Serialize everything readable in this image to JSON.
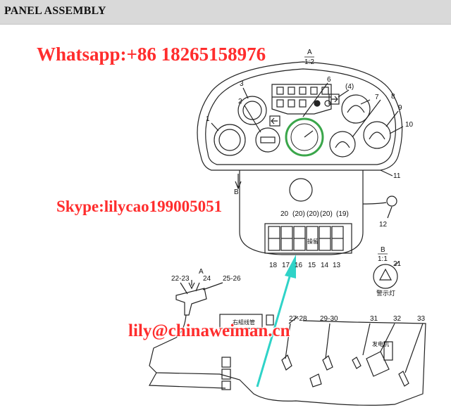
{
  "header": {
    "title": "PANEL ASSEMBLY"
  },
  "watermarks": {
    "whatsapp": "Whatsapp:+86 18265158976",
    "skype": "Skype:lilycao199005051",
    "email": "lily@chinaweiman.cn"
  },
  "view_a": {
    "letter": "A",
    "scale": "1:2"
  },
  "view_b": {
    "letter": "B",
    "scale": "1:1",
    "label": "警示灯"
  },
  "labels": {
    "l1": "1",
    "l2": "2",
    "l3": "3",
    "l4": "(4)",
    "l6": "6",
    "l7": "7",
    "l8": "8",
    "l9": "9",
    "l10": "10",
    "l11": "11",
    "l12": "12",
    "l13": "13",
    "l14": "14",
    "l15": "15",
    "l16": "16",
    "l17": "17",
    "l18": "18",
    "s20a": "20",
    "s20b": "(20)",
    "s20c": "(20)",
    "s20d": "(20)",
    "s19": "(19)",
    "l21": "21",
    "l22": "22-23",
    "l24": "24",
    "l25": "25-26",
    "l27": "27-28",
    "l29": "29-30",
    "l31": "31",
    "l32": "32",
    "l33": "33",
    "arrowA": "A",
    "arrowB": "B"
  },
  "annotations": {
    "switch_text": "操留",
    "box_text": "右組线管",
    "generator": "发电机"
  },
  "colors": {
    "watermark": "#ff2d2d",
    "arrow": "#2fd3c8",
    "gauge_ring": "#3aa64a",
    "line": "#222222"
  }
}
